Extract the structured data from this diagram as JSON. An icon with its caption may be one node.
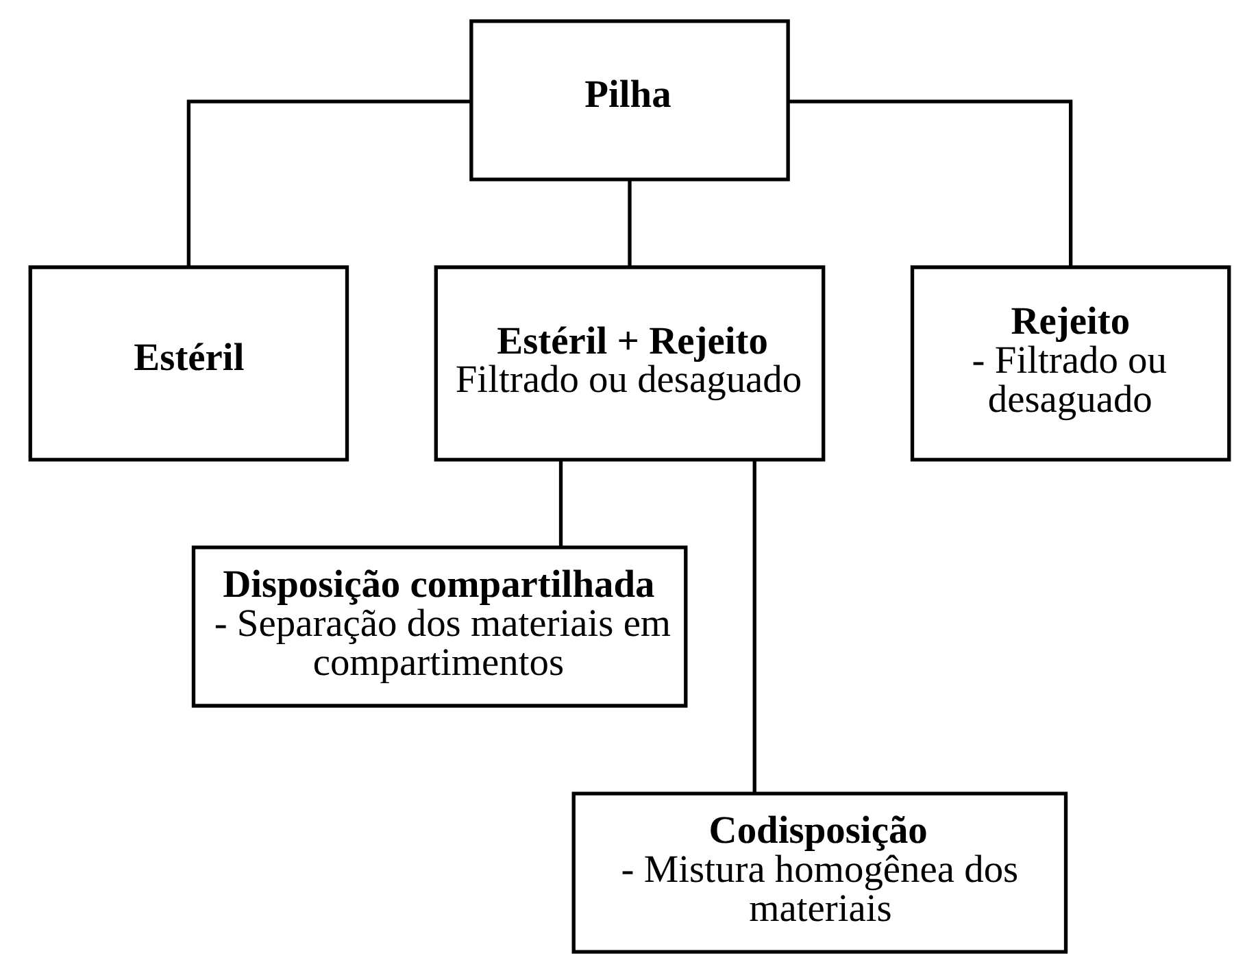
{
  "diagram": {
    "nodes": [
      {
        "text": [
          "Pilha"
        ]
      },
      {
        "text": [
          "Estéril"
        ]
      },
      {
        "text": [
          "Estéril + Rejeito",
          "Filtrado ou desaguado"
        ]
      },
      {
        "text": [
          "Rejeito",
          "- Filtrado ou desaguado"
        ]
      },
      {
        "text": [
          "Disposição compartilhada",
          "- Separação dos materiais em compartimentos"
        ]
      },
      {
        "text": [
          "Codisposição",
          "- Mistura homogênea dos materiais"
        ]
      }
    ],
    "edges": [
      {
        "from": 0,
        "to": 1,
        "arrow": "none"
      },
      {
        "from": 0,
        "to": 2,
        "arrow": "none"
      },
      {
        "from": 0,
        "to": 3,
        "arrow": "none"
      },
      {
        "from": 2,
        "to": 4,
        "arrow": "none"
      },
      {
        "from": 2,
        "to": 5,
        "arrow": "none"
      }
    ]
  }
}
